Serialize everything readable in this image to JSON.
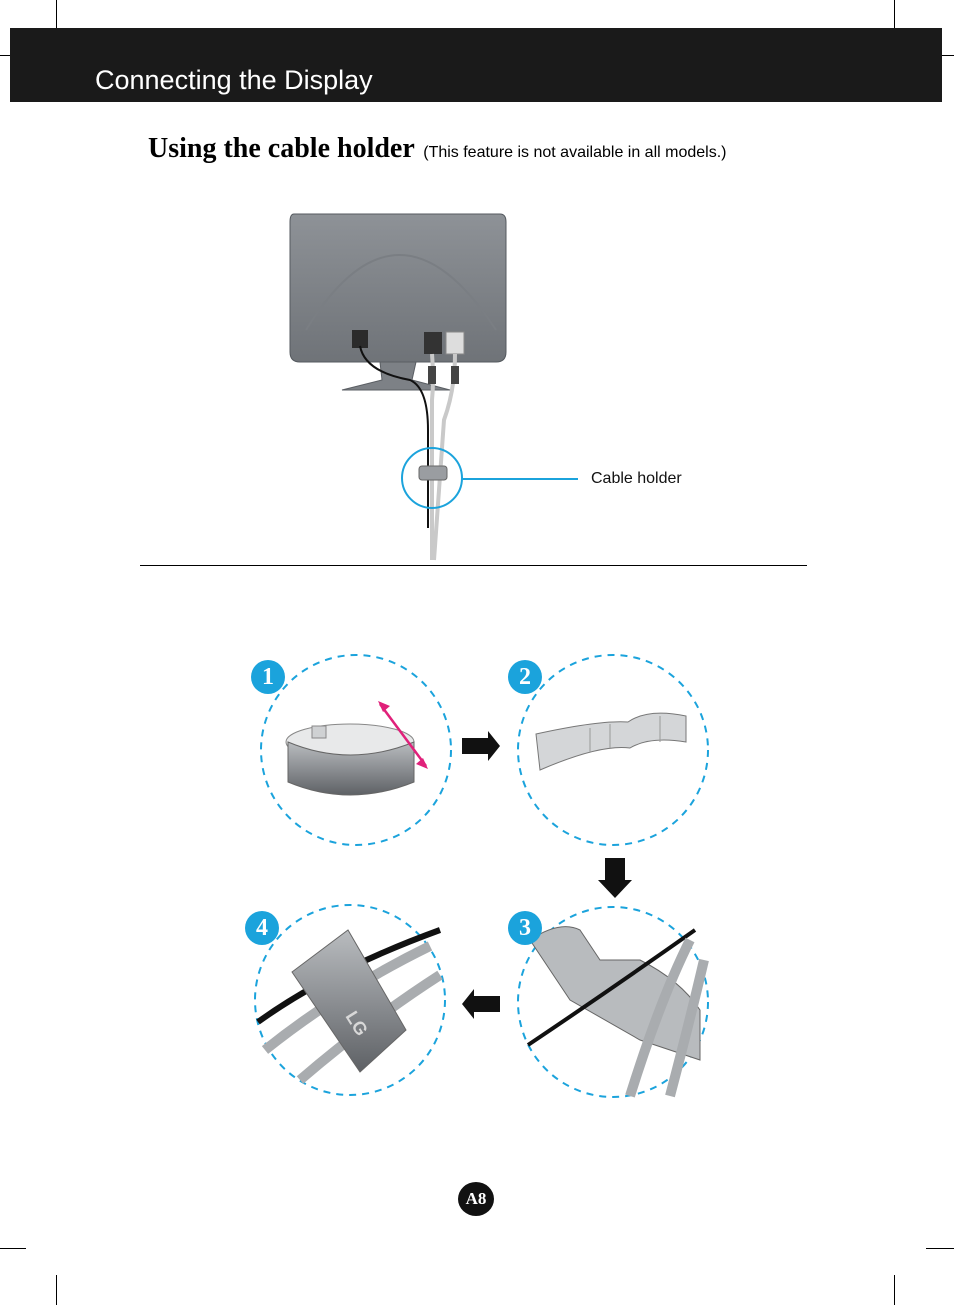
{
  "header": {
    "title": "Connecting the Display"
  },
  "section": {
    "heading": "Using the cable holder",
    "note": "(This feature is not available in all models.)"
  },
  "diagram": {
    "cable_holder_label": "Cable holder",
    "logo_text": "LG"
  },
  "steps": [
    {
      "number": "1"
    },
    {
      "number": "2"
    },
    {
      "number": "3"
    },
    {
      "number": "4"
    }
  ],
  "footer": {
    "page_number": "A8"
  },
  "colors": {
    "accent": "#1ba3dc",
    "header_bg": "#1a1a1a",
    "arrow_magenta": "#e0217a"
  }
}
